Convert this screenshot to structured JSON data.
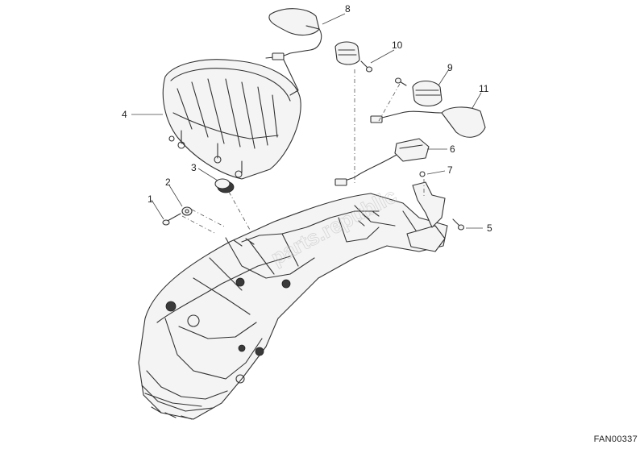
{
  "callouts": {
    "p1": "1",
    "p2": "2",
    "p3": "3",
    "p4": "4",
    "p5": "5",
    "p6": "6",
    "p7": "7",
    "p8": "8",
    "p9": "9",
    "p10": "10",
    "p11": "11"
  },
  "drawing_code": "FAN00337",
  "watermark_text": "parts.republic"
}
